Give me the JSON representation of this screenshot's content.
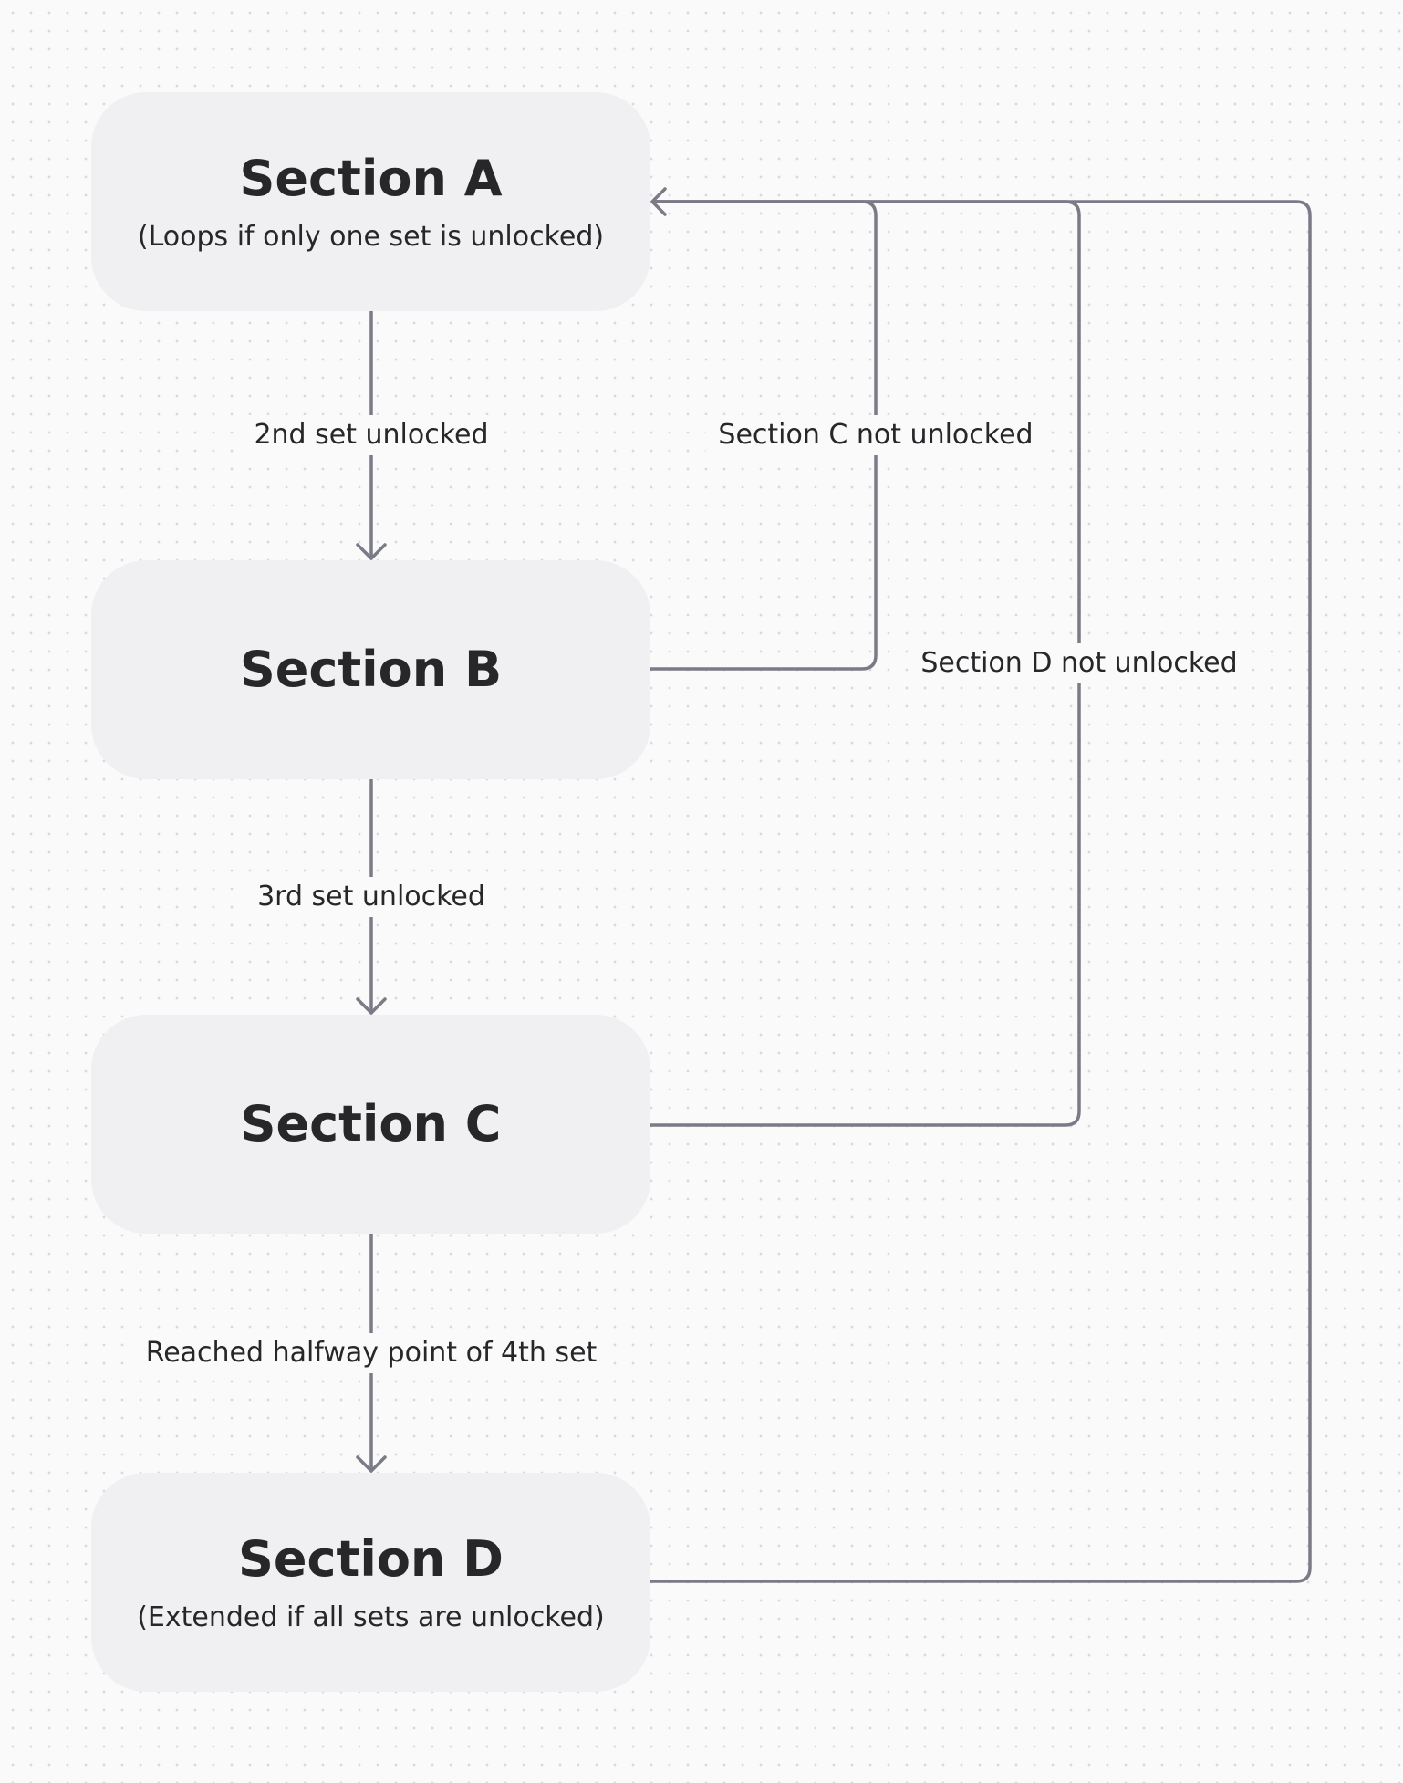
{
  "nodes": {
    "a": {
      "title": "Section A",
      "subtitle": "(Loops if only one set is unlocked)"
    },
    "b": {
      "title": "Section B"
    },
    "c": {
      "title": "Section C"
    },
    "d": {
      "title": "Section D",
      "subtitle": "(Extended if all sets are unlocked)"
    }
  },
  "edges": {
    "a_to_b": "2nd set unlocked",
    "b_to_c": "3rd set unlocked",
    "c_to_d": "Reached halfway point of 4th set",
    "b_to_a": "Section C not unlocked",
    "c_to_a": "Section D not unlocked"
  },
  "colors": {
    "node_fill": "#f0f0f2",
    "connector": "#7a7b86",
    "text": "#27272a"
  }
}
